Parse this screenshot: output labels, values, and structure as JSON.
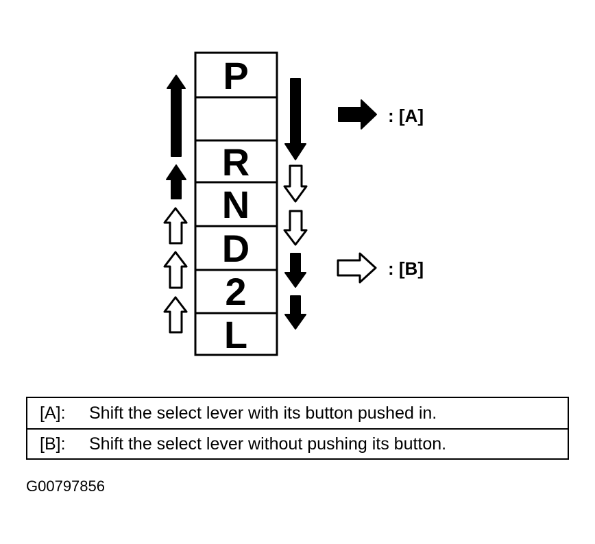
{
  "gate": {
    "positions": [
      "P",
      "",
      "R",
      "N",
      "D",
      "2",
      "L"
    ]
  },
  "legend": {
    "solid_label": ": [A]",
    "hollow_label": ": [B]"
  },
  "notes": [
    {
      "key": "[A]:",
      "text": "Shift the select lever with its button pushed in."
    },
    {
      "key": "[B]:",
      "text": "Shift the select lever without pushing its button."
    }
  ],
  "figure_id": "G00797856",
  "colors": {
    "ink": "#000000",
    "paper": "#ffffff"
  }
}
